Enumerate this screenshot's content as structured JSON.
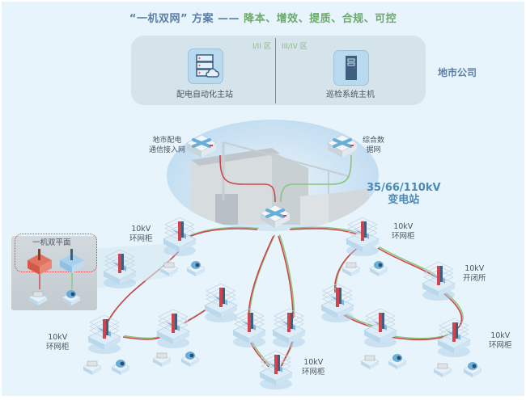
{
  "title": {
    "part1": "“一机双网” 方案 ——",
    "part2": "降本、增效、提质、合规、可控"
  },
  "colors": {
    "title_blue": "#5b7fa6",
    "title_green": "#6aaa6a",
    "line_red": "#d0444f",
    "line_green": "#8cc47a",
    "node_blue": "#6aaed8"
  },
  "city_company": {
    "label": "地市公司",
    "zones": [
      {
        "zone": "I/II 区",
        "system": "配电自动化主站",
        "icon": "server-cloud-icon"
      },
      {
        "zone": "III/IV 区",
        "system": "巡检系统主机",
        "icon": "server-tower-icon"
      }
    ]
  },
  "substation": {
    "label_line1": "35/66/110kV",
    "label_line2": "变电站",
    "networks": [
      {
        "label_line1": "地市配电",
        "label_line2": "通信接入网",
        "link_color": "red",
        "icon": "switch-icon"
      },
      {
        "label_line1": "综合数",
        "label_line2": "据网",
        "link_color": "green",
        "icon": "switch-icon"
      }
    ],
    "core_switch_icon": "switch-icon"
  },
  "dual_plane": {
    "title": "一机双平面"
  },
  "labels": {
    "ring_left_top": [
      "10kV",
      "环网柜"
    ],
    "ring_right_top": [
      "10kV",
      "环网柜"
    ],
    "switching_station": [
      "10kV",
      "开闭所"
    ],
    "ring_left_bottom": [
      "10kV",
      "环网柜"
    ],
    "ring_center_bottom": [
      "10kV",
      "环网柜"
    ],
    "ring_right_bottom": [
      "10kV",
      "环网柜"
    ]
  }
}
